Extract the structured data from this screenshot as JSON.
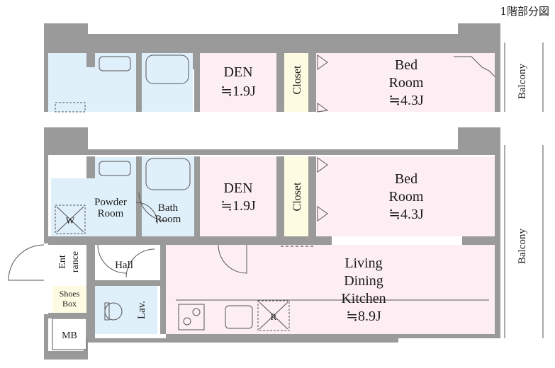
{
  "header": {
    "floor_label": "1階部分図"
  },
  "upper_plan": {
    "den": {
      "name": "DEN",
      "size": "≒1.9J"
    },
    "closet": "Closet",
    "bedroom": {
      "line1": "Bed",
      "line2": "Room",
      "size": "≒4.3J"
    },
    "balcony": "Balcony"
  },
  "lower_plan": {
    "powder_room": {
      "line1": "Powder",
      "line2": "Room",
      "mark": "W"
    },
    "bath_room": {
      "line1": "Bath",
      "line2": "Room"
    },
    "den": {
      "name": "DEN",
      "size": "≒1.9J"
    },
    "closet": "Closet",
    "bedroom": {
      "line1": "Bed",
      "line2": "Room",
      "size": "≒4.3J"
    },
    "balcony": "Balcony",
    "entrance": {
      "line1": "Ent",
      "line2": "rance"
    },
    "hall": "Hall",
    "shoes_box": {
      "line1": "Shoes",
      "line2": "Box"
    },
    "lavatory": "Lav.",
    "mb": "MB",
    "ldk": {
      "line1": "Living",
      "line2": "Dining",
      "line3": "Kitchen",
      "size": "≒8.9J"
    },
    "fridge_mark": "R"
  },
  "colors": {
    "wall": "#9a9a9a",
    "wet_area": "#dff0fa",
    "living_rooms": "#fdeef4",
    "closet": "#fdfbe2",
    "shoes_box": "#fdfbe2"
  }
}
